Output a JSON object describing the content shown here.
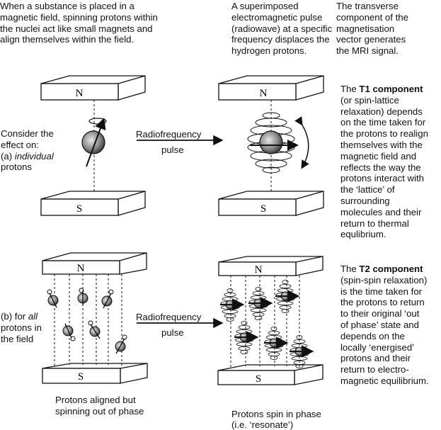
{
  "intro": {
    "col1": "When a substance is placed in a\nmagnetic field, spinning protons within\nthe nuclei act like small magnets and\nalign themselves within the field.",
    "col2": "A superimposed\nelectromagnetic pulse\n(radiowave) at a specific\nfrequency displaces the\nhydrogen protons.",
    "col3": "The transverse\ncomponent of the\nmagnetisation\nvector generates\nthe MRI signal."
  },
  "row_a": {
    "label_line1": "Consider the",
    "label_line2": "effect on:",
    "label_prefix": "(a) ",
    "label_italic": "individual",
    "label_line4": "protons",
    "arrow_label_top": "Radiofrequency",
    "arrow_label_bottom": "pulse"
  },
  "row_b": {
    "label_prefix": "(b) for ",
    "label_italic": "all",
    "label_line2": "protons in",
    "label_line3": "the field",
    "arrow_label_top": "Radiofrequency",
    "arrow_label_bottom": "pulse",
    "caption_left": "Protons aligned but\nspinning out of phase",
    "caption_right": "Protons spin in phase\n(i.e. ‘resonate’)"
  },
  "magnets": {
    "north": "N",
    "south": "S"
  },
  "t1": {
    "prefix": "The ",
    "bold": "T1 component",
    "body": "(or spin-lattice\nrelaxation) depends\non the time taken for\nthe protons to realign\nthemselves with the\nmagnetic field and\nreflects the way the\nprotons interact with\nthe ‘lattice’ of\nsurrounding\nmolecules and their\nreturn to thermal\nequlibrium."
  },
  "t2": {
    "prefix": "The ",
    "bold": "T2 component",
    "body": "(spin-spin relaxation)\nis the time taken for\nthe protons to return\nto their original ‘out\nof phase’ state and\ndepends on the\nlocally ‘energised’\nprotons and their\nreturn to electro-\nmagnetic equilibrium."
  }
}
